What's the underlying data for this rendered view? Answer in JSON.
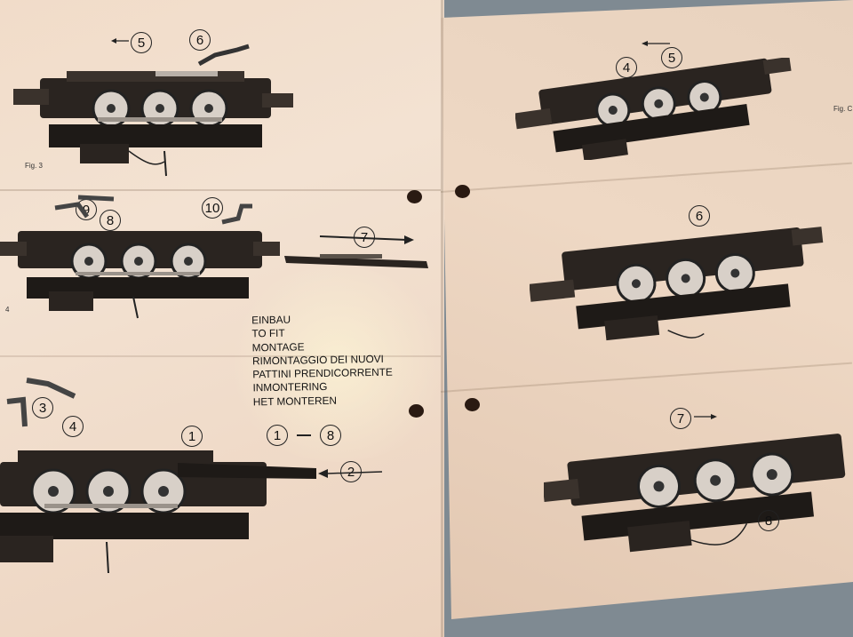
{
  "figures": {
    "fig3": {
      "label": "Fig. 3"
    },
    "fig4": {
      "label": "4"
    },
    "fig_right_top": {
      "label": "Fig. C"
    }
  },
  "callouts": {
    "fig3_a": "5",
    "fig3_b": "6",
    "fig4_a": "9",
    "fig4_b": "8",
    "fig4_c": "10",
    "fig4_d": "7",
    "fig_main_a": "3",
    "fig_main_b": "4",
    "fig_main_c": "1",
    "fig_main_d": "2",
    "right_top_a": "4",
    "right_top_b": "5",
    "right_mid_a": "6",
    "right_bot_a": "7",
    "right_bot_b": "8"
  },
  "instructions": {
    "lines": [
      "EINBAU",
      "TO FIT",
      "MONTAGE",
      "RIMONTAGGIO DEI NUOVI",
      "PATTINI PRENDICORRENTE",
      "INMONTERING",
      "HET MONTEREN"
    ]
  },
  "range": {
    "from": "1",
    "to": "8"
  },
  "colors": {
    "paper": "#f1dcc9",
    "ink": "#1a1a1a",
    "background": "#7f8a92"
  }
}
